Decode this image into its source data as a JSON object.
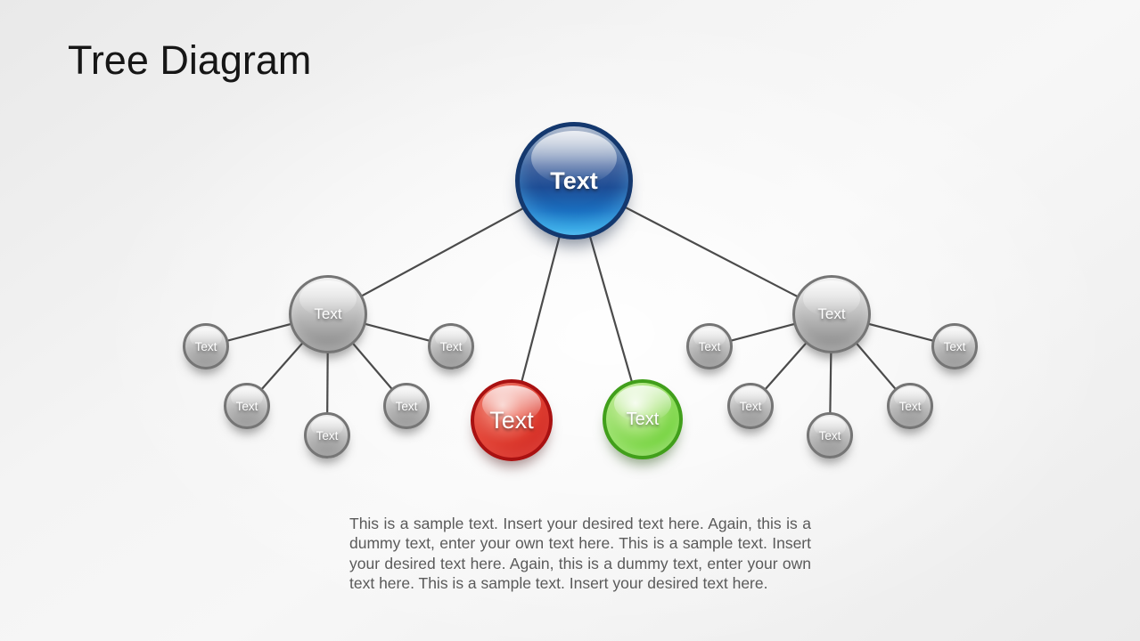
{
  "slide": {
    "title": "Tree Diagram"
  },
  "diagram": {
    "nodes": [
      {
        "id": "root",
        "label": "Text",
        "color_name": "blue"
      },
      {
        "id": "branch-left",
        "label": "Text",
        "color_name": "gray"
      },
      {
        "id": "leaf-left-1",
        "label": "Text",
        "color_name": "gray"
      },
      {
        "id": "leaf-left-2",
        "label": "Text",
        "color_name": "gray"
      },
      {
        "id": "leaf-left-3",
        "label": "Text",
        "color_name": "gray"
      },
      {
        "id": "leaf-left-4",
        "label": "Text",
        "color_name": "gray"
      },
      {
        "id": "leaf-left-5",
        "label": "Text",
        "color_name": "gray"
      },
      {
        "id": "leaf-red",
        "label": "Text",
        "color_name": "red"
      },
      {
        "id": "leaf-green",
        "label": "Text",
        "color_name": "green"
      },
      {
        "id": "branch-right",
        "label": "Text",
        "color_name": "gray"
      },
      {
        "id": "leaf-right-1",
        "label": "Text",
        "color_name": "gray"
      },
      {
        "id": "leaf-right-2",
        "label": "Text",
        "color_name": "gray"
      },
      {
        "id": "leaf-right-3",
        "label": "Text",
        "color_name": "gray"
      },
      {
        "id": "leaf-right-4",
        "label": "Text",
        "color_name": "gray"
      },
      {
        "id": "leaf-right-5",
        "label": "Text",
        "color_name": "gray"
      }
    ],
    "colors": {
      "root_blue": "#1f5fb0",
      "branch_gray": "#9b9b9b",
      "leaf_red": "#cc1d1d",
      "leaf_green": "#58bf27",
      "connector": "#4b4b4b",
      "title_text": "#161616",
      "body_text": "#5a5a5a"
    }
  },
  "description": "This is a sample text. Insert your desired text here. Again, this is a dummy text, enter your own text here. This is a sample text. Insert your desired text here. Again, this is a dummy text, enter your own text here. This is a sample text. Insert your desired text here."
}
